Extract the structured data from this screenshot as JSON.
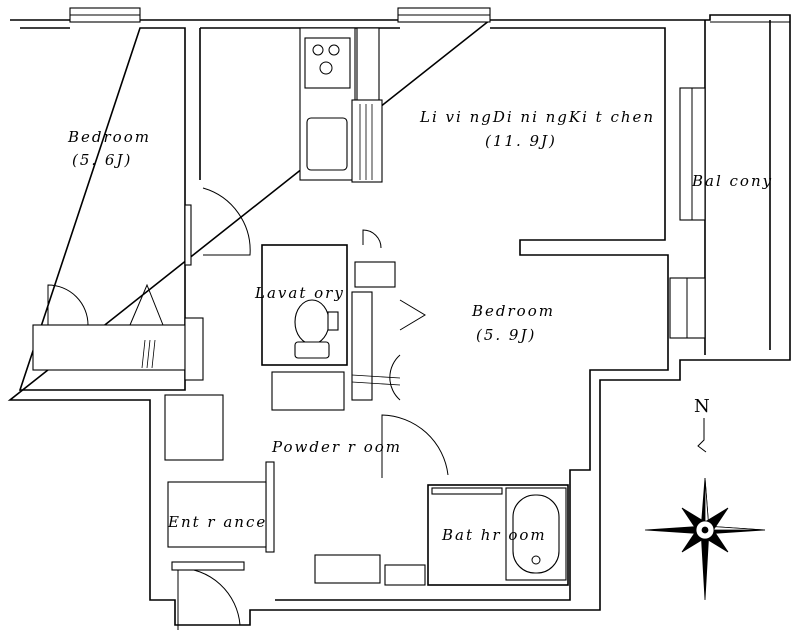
{
  "rooms": {
    "bedroom_west": {
      "name": "Bedroom",
      "size": "(5. 6J)"
    },
    "ldk": {
      "name": "Li vi ngDi ni ngKi t chen",
      "size": "(11. 9J)"
    },
    "balcony": {
      "name": "Bal cony"
    },
    "lavatory": {
      "name": "Lavat ory"
    },
    "bedroom_east": {
      "name": "Bedroom",
      "size": "(5. 9J)"
    },
    "powder_room": {
      "name": "Powder r oom"
    },
    "entrance": {
      "name": "Ent r ance"
    },
    "bathroom": {
      "name": "Bat hr oom"
    }
  },
  "compass": {
    "north_label": "N"
  }
}
